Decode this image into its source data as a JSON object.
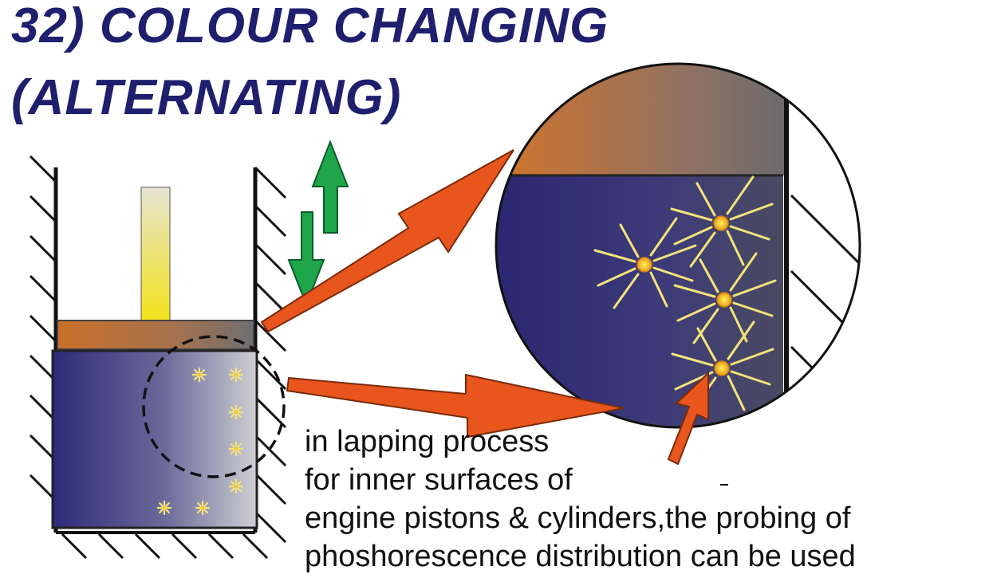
{
  "title": {
    "line1": "32) COLOUR CHANGING",
    "line2": "(ALTERNATING)"
  },
  "caption": {
    "lines": [
      "in lapping process",
      "for inner surfaces of",
      "engine pistons & cylinders,the probing of",
      "phoshorescence distribution can be used"
    ]
  },
  "colors": {
    "title": "#1f1f6e",
    "piston_head": "#c0702e",
    "cylinder_gradient_start": "#2d2a78",
    "cylinder_gradient_end": "#c8c8cc",
    "arrow_red": "#e8561e",
    "arrow_green": "#1fa64a",
    "piston_rod": "#f2e21a",
    "sparkle": "#f4e37a"
  },
  "icons": {
    "up_arrow": "green-up-arrow-icon",
    "down_arrow": "green-down-arrow-icon",
    "particles": "phosphor-sparkle-icon"
  }
}
